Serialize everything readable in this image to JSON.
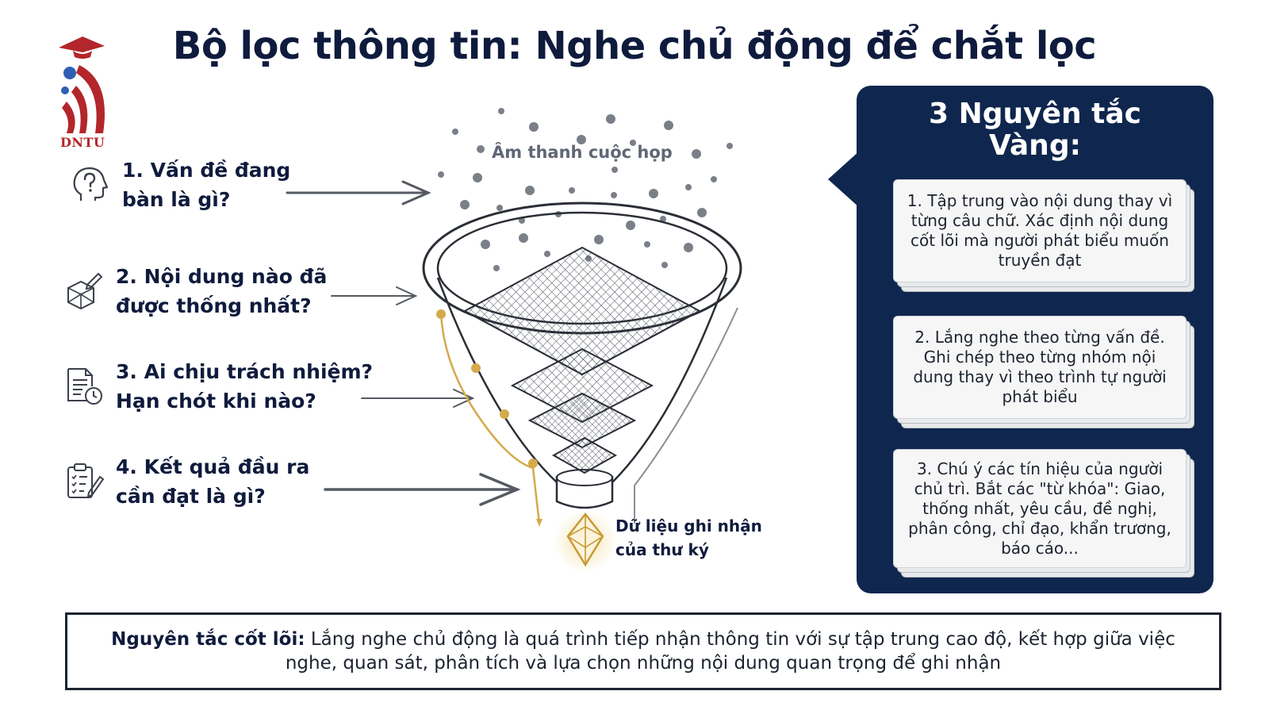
{
  "title": "Bộ lọc thông tin: Nghe chủ động để chắt lọc",
  "logo": {
    "text": "DNTU",
    "icon": "dntu-logo-icon"
  },
  "funnel": {
    "input_label": "Âm thanh cuộc họp",
    "output_label_line1": "Dữ liệu ghi nhận",
    "output_label_line2": "của thư ký",
    "output_icon": "diamond-icon"
  },
  "questions": [
    {
      "line1": "1. Vấn đề đang",
      "line2": "bàn là gì?",
      "icon": "head-question-icon"
    },
    {
      "line1": "2. Nội dung nào đã",
      "line2": "được thống nhất?",
      "icon": "cube-pencil-icon"
    },
    {
      "line1": "3. Ai chịu trách nhiệm?",
      "line2": "Hạn chót khi nào?",
      "icon": "document-clock-icon"
    },
    {
      "line1": "4. Kết quả đầu ra",
      "line2": "cần đạt là gì?",
      "icon": "clipboard-pen-icon"
    }
  ],
  "panel": {
    "title_line1": "3 Nguyên tắc",
    "title_line2": "Vàng:",
    "principles": [
      "1.  Tập trung vào nội dung thay vì từng câu chữ. Xác định nội dung cốt lõi mà người phát biểu muốn truyền đạt",
      "2.  Lắng nghe theo từng vấn đề. Ghi chép theo từng nhóm nội dung thay vì theo trình tự người phát biểu",
      "3.  Chú ý các tín hiệu của người chủ trì. Bắt các \"từ khóa\": Giao, thống nhất, yêu cầu, đề nghị, phân công, chỉ đạo, khẩn trương, báo cáo..."
    ]
  },
  "core": {
    "label": "Nguyên tắc cốt lõi:",
    "text": " Lắng nghe chủ động là quá trình tiếp nhận thông tin với sự tập trung cao độ, kết hợp giữa việc nghe, quan sát, phân tích và lựa chọn những nội dung quan trọng để ghi nhận"
  },
  "colors": {
    "navy": "#0f264e",
    "title": "#0f1b3d",
    "gold": "#d4aa4a",
    "brand_red": "#b3262b"
  }
}
